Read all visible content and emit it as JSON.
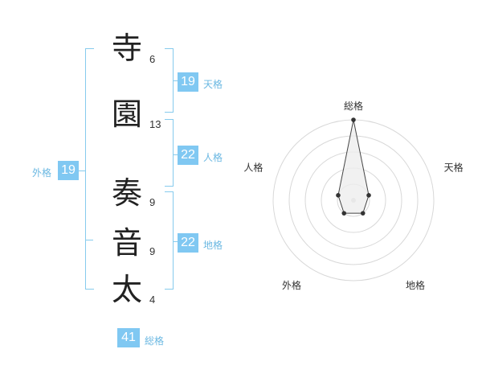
{
  "name": {
    "chars": [
      {
        "char": "寺",
        "strokes": "6"
      },
      {
        "char": "園",
        "strokes": "13"
      },
      {
        "char": "奏",
        "strokes": "9"
      },
      {
        "char": "音",
        "strokes": "9"
      },
      {
        "char": "太",
        "strokes": "4"
      }
    ]
  },
  "kakusu": {
    "tenkaku": {
      "value": "19",
      "label": "天格"
    },
    "jinkaku": {
      "value": "22",
      "label": "人格"
    },
    "chikaku": {
      "value": "22",
      "label": "地格"
    },
    "gaikaku": {
      "value": "19",
      "label": "外格"
    },
    "soukaku": {
      "value": "41",
      "label": "総格"
    }
  },
  "radar": {
    "axes": [
      "総格",
      "天格",
      "地格",
      "外格",
      "人格"
    ],
    "values": [
      5,
      1,
      1,
      1,
      1
    ],
    "max": 5,
    "fill": "#eeeeee",
    "stroke": "#444444"
  },
  "colors": {
    "accent": "#80c8f2",
    "bracket": "#86cbed"
  }
}
